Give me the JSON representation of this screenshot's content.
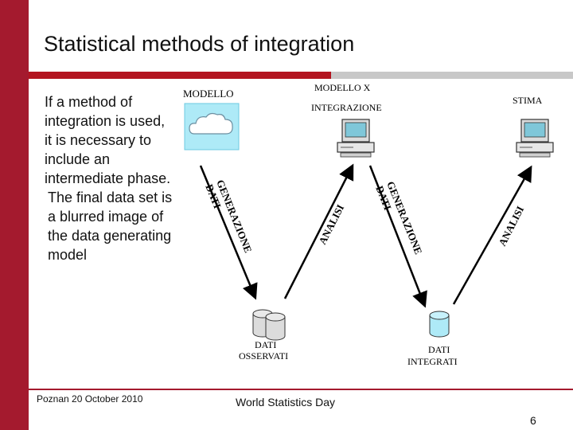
{
  "slide": {
    "title": "Statistical methods of integration",
    "body": [
      "If a method of integration is used, it is necessary to include an intermediate phase.",
      "The final data set is a blurred image of the data generating model"
    ],
    "footer_left": "Poznan 20 October 2010",
    "footer_center": "World Statistics Day",
    "page_number": "6"
  },
  "diagram": {
    "nodes": {
      "modello": "MODELLO",
      "modello_x_line1": "MODELLO X",
      "modello_x_line2": "INTEGRAZIONE",
      "stima": "STIMA",
      "dati_osservati_line1": "DATI",
      "dati_osservati_line2": "OSSERVATI",
      "dati_integrati_line1": "DATI",
      "dati_integrati_line2": "INTEGRATI"
    },
    "arrows": {
      "generazione_1": "GENERAZIONE",
      "dati_1": "DATI",
      "analisi_1": "ANALISI",
      "generazione_2": "GENERAZIONE",
      "dati_2": "DATI",
      "analisi_2": "ANALISI"
    }
  },
  "colors": {
    "accent": "#a41a2e",
    "title_rule": "#b3141f",
    "rule_gray": "#c8c8c8",
    "sky": "#aeeaf7"
  }
}
